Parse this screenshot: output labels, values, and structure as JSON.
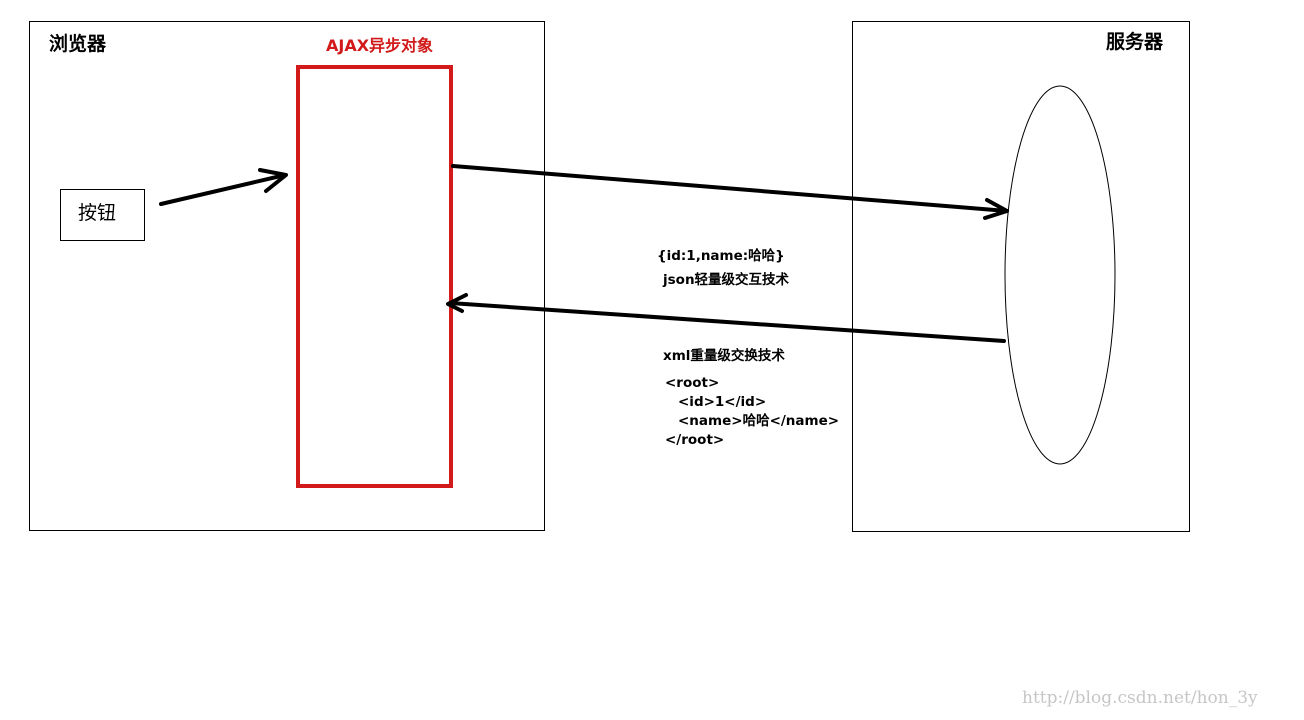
{
  "browser": {
    "label": "浏览器",
    "button_label": "按钮"
  },
  "ajax": {
    "label": "AJAX异步对象"
  },
  "server": {
    "label": "服务器"
  },
  "json_example": "{id:1,name:哈哈}",
  "json_desc": "json轻量级交互技术",
  "xml_desc": "xml重量级交换技术",
  "xml_example": {
    "line1": "<root>",
    "line2": "<id>1</id>",
    "line3": "<name>哈哈</name>",
    "line4": "</root>"
  },
  "watermark": "http://blog.csdn.net/hon_3y",
  "colors": {
    "ajax_accent": "#d21a1a",
    "line": "#000000",
    "watermark": "#c6c6c6"
  }
}
